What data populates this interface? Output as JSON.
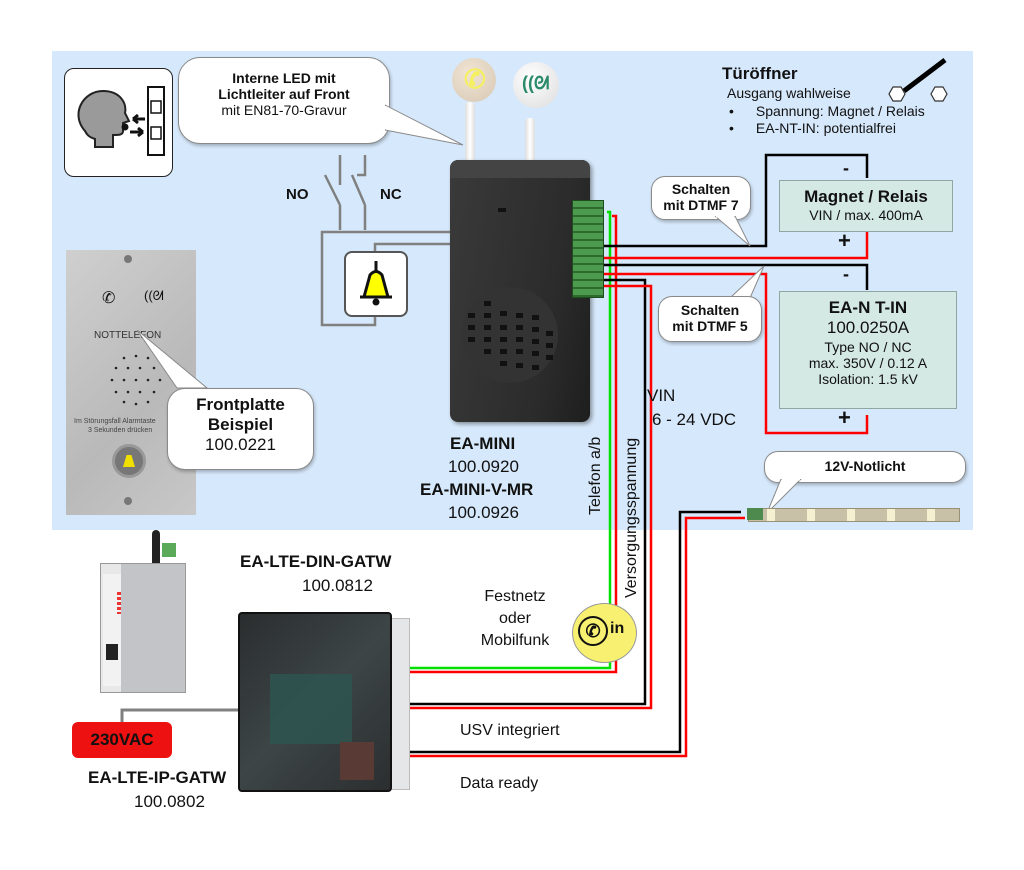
{
  "led_callout": {
    "line1": "Interne LED mit",
    "line2": "Lichtleiter auf Front",
    "line3": "mit EN81-70-Gravur"
  },
  "switch": {
    "no_label": "NO",
    "nc_label": "NC"
  },
  "door_opener": {
    "title": "Türöffner",
    "subtitle": "Ausgang wahlweise",
    "bullets": [
      "Spannung: Magnet / Relais",
      "EA-NT-IN: potentialfrei"
    ]
  },
  "dtmf7_callout": {
    "line1": "Schalten",
    "line2": "mit DTMF 7"
  },
  "dtmf5_callout": {
    "line1": "Schalten",
    "line2": "mit DTMF 5"
  },
  "magnet_box": {
    "title": "Magnet / Relais",
    "detail": "VIN / max. 400mA",
    "minus": "-",
    "plus": "+"
  },
  "nt_in_box": {
    "title": "EA-N T-IN",
    "part": "100.0250A",
    "type": "Type NO / NC",
    "max": "max. 350V / 0.12 A",
    "isolation": "Isolation: 1.5 kV",
    "minus": "-",
    "plus": "+"
  },
  "vin": {
    "line1": "VIN",
    "line2": "6 - 24 VDC"
  },
  "faceplate": {
    "panel_label": "NOTTELEFON",
    "panel_hint1": "Im Störungsfall Alarmtaste",
    "panel_hint2": "3 Sekunden drücken",
    "callout_line1": "Frontplatte",
    "callout_line2": "Beispiel",
    "callout_part": "100.0221"
  },
  "ea_mini": {
    "name1": "EA-MINI",
    "part1": "100.0920",
    "name2": "EA-MINI-V-MR",
    "part2": "100.0926"
  },
  "wire_labels": {
    "telefon": "Telefon a/b",
    "versorgung": "Versorgungsspannung",
    "festnetz1": "Festnetz",
    "festnetz2": "oder",
    "festnetz3": "Mobilfunk",
    "usv": "USV integriert",
    "data_ready": "Data ready"
  },
  "phone_in_badge": {
    "label": "in"
  },
  "notlicht": {
    "label": "12V-Notlicht"
  },
  "din_gateway": {
    "name": "EA-LTE-DIN-GATW",
    "part": "100.0812"
  },
  "ip_gateway": {
    "name": "EA-LTE-IP-GATW",
    "part": "100.0802"
  },
  "power_badge": {
    "label": "230VAC"
  },
  "colors": {
    "background_panel": "#d6e8fb",
    "wire_red": "#ff0000",
    "wire_black": "#000000",
    "wire_green": "#00e000",
    "wire_grey": "#808080",
    "info_box": "#d4e8e4",
    "power_badge": "#ee1111",
    "bell_yellow": "#ffff00"
  }
}
